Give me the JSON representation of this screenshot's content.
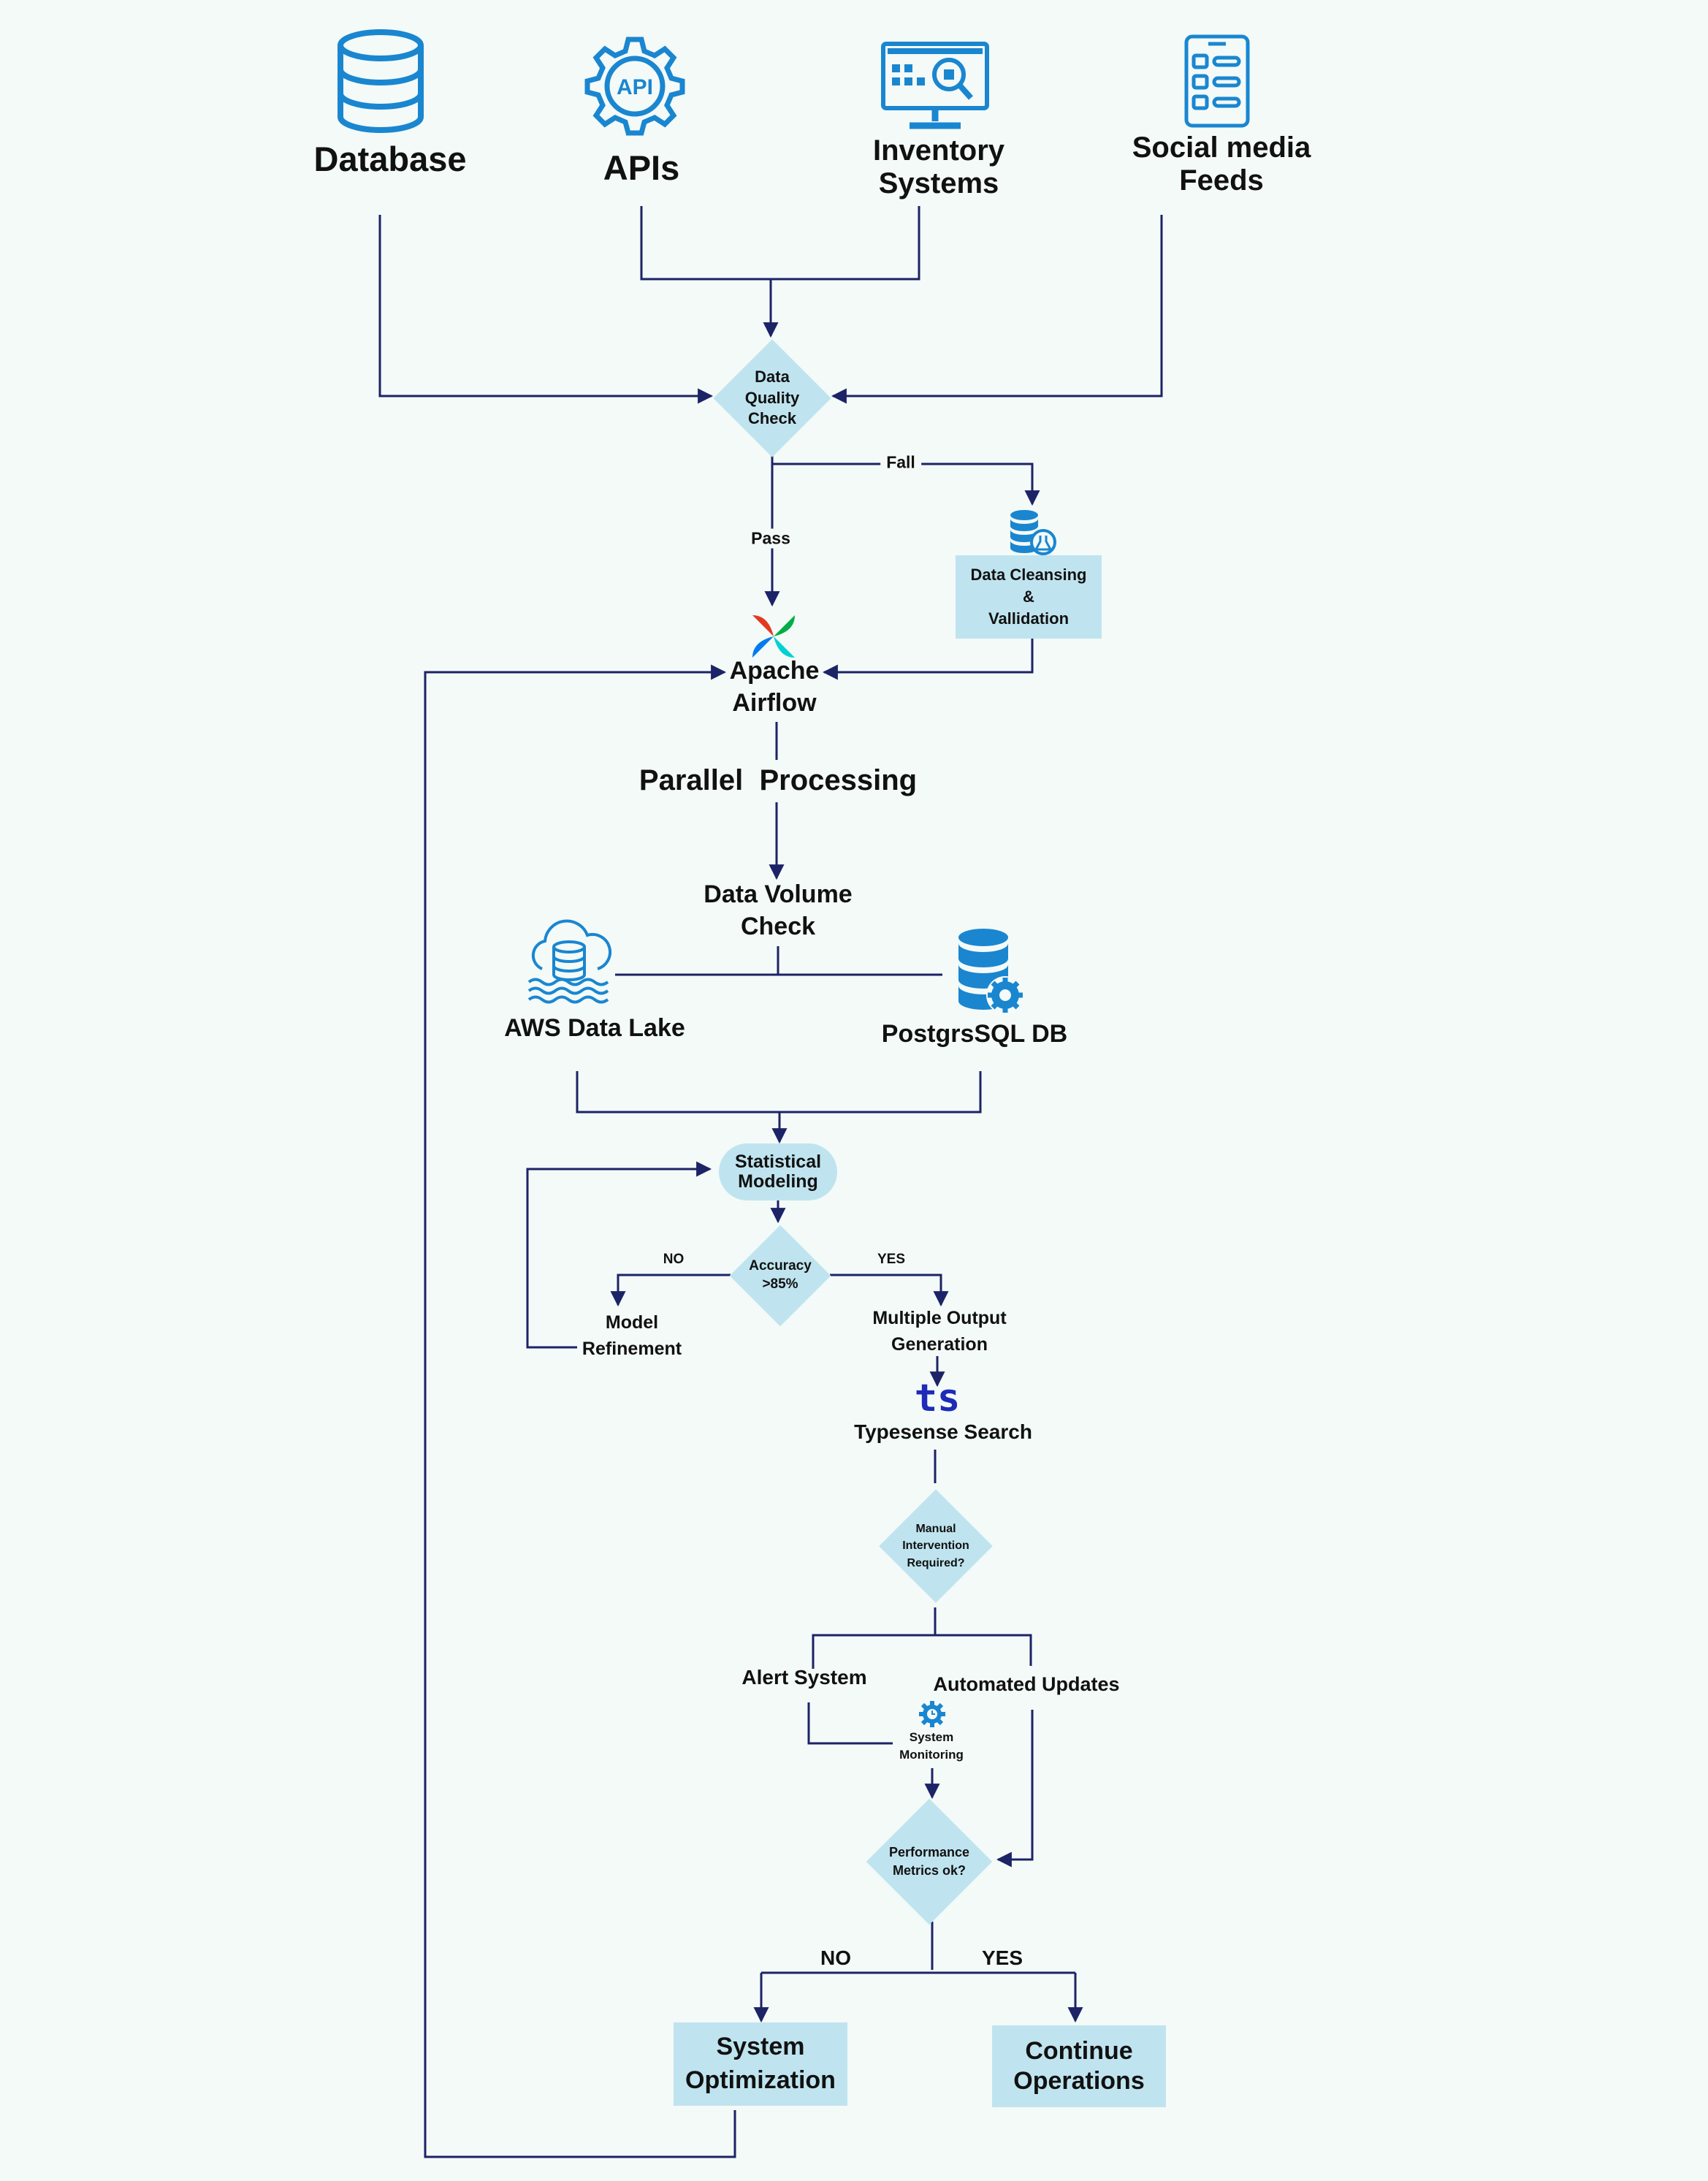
{
  "sources": {
    "database": "Database",
    "apis": "APIs",
    "inventory": "Inventory\nSystems",
    "social": "Social media\nFeeds"
  },
  "icons": {
    "database": "database-icon",
    "apis": "api-gear-icon",
    "inventory": "inventory-monitor-icon",
    "social": "social-feed-icon",
    "cleansing": "database-flask-icon",
    "airflow": "apache-airflow-logo",
    "datalake": "cloud-database-lake-icon",
    "postgres": "database-gear-icon",
    "typesense": "typesense-logo",
    "monitoring": "monitoring-gear-icon"
  },
  "api_icon_text": "API",
  "typesense_logo_text": "ts",
  "nodes": {
    "quality_check": "Data\nQuality\nCheck",
    "cleansing": "Data Cleansing\n&\nVallidation",
    "airflow": "Apache\nAirflow",
    "parallel": "Parallel  Processing",
    "volume_check": "Data Volume\nCheck",
    "data_lake": "AWS Data Lake",
    "postgres": "PostgrsSQL DB",
    "statistical": "Statistical\nModeling",
    "accuracy": "Accuracy\n>85%",
    "refinement": "Model\nRefinement",
    "multiple_output": "Multiple Output\nGeneration",
    "typesense": "Typesense Search",
    "manual": "Manual\nIntervention\nRequired?",
    "alert": "Alert System",
    "automated": "Automated Updates",
    "monitoring": "System\nMonitoring",
    "performance": "Performance\nMetrics ok?",
    "optimization": "System\nOptimization",
    "continue": "Continue\nOperations"
  },
  "edges": {
    "fail": "Fall",
    "pass": "Pass",
    "acc_no": "NO",
    "acc_yes": "YES",
    "perf_no": "NO",
    "perf_yes": "YES"
  },
  "colors": {
    "background": "#f3faf8",
    "line": "#1c2366",
    "node_fill": "#bfe4ef",
    "icon_blue": "#1a86d0",
    "typesense": "#1d2bb8"
  }
}
